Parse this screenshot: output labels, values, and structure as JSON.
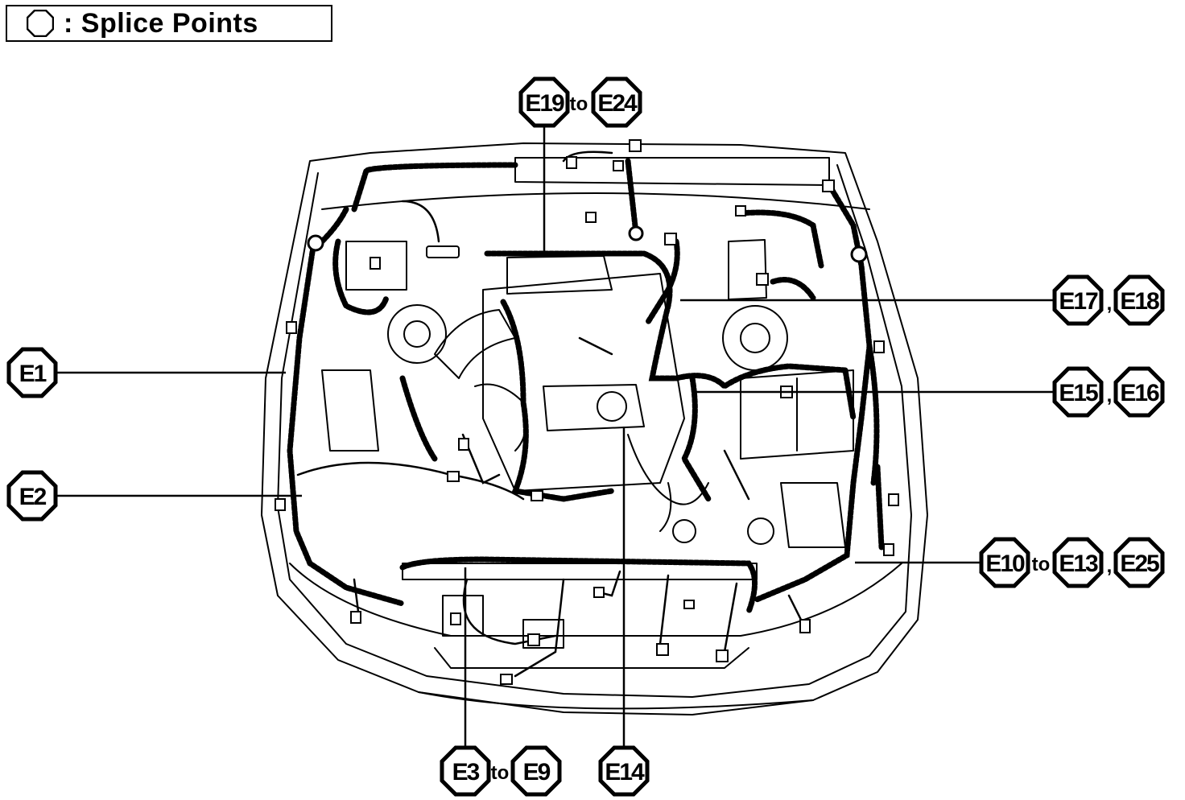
{
  "legend": {
    "symbol_icon": "octagon-icon",
    "text": ": Splice Points"
  },
  "separators": {
    "to": "to",
    "comma": ","
  },
  "splice_labels": {
    "e19": "E19",
    "e24": "E24",
    "e17": "E17",
    "e18": "E18",
    "e1": "E1",
    "e15": "E15",
    "e16": "E16",
    "e2": "E2",
    "e10": "E10",
    "e13": "E13",
    "e25": "E25",
    "e3": "E3",
    "e9": "E9",
    "e14": "E14"
  }
}
